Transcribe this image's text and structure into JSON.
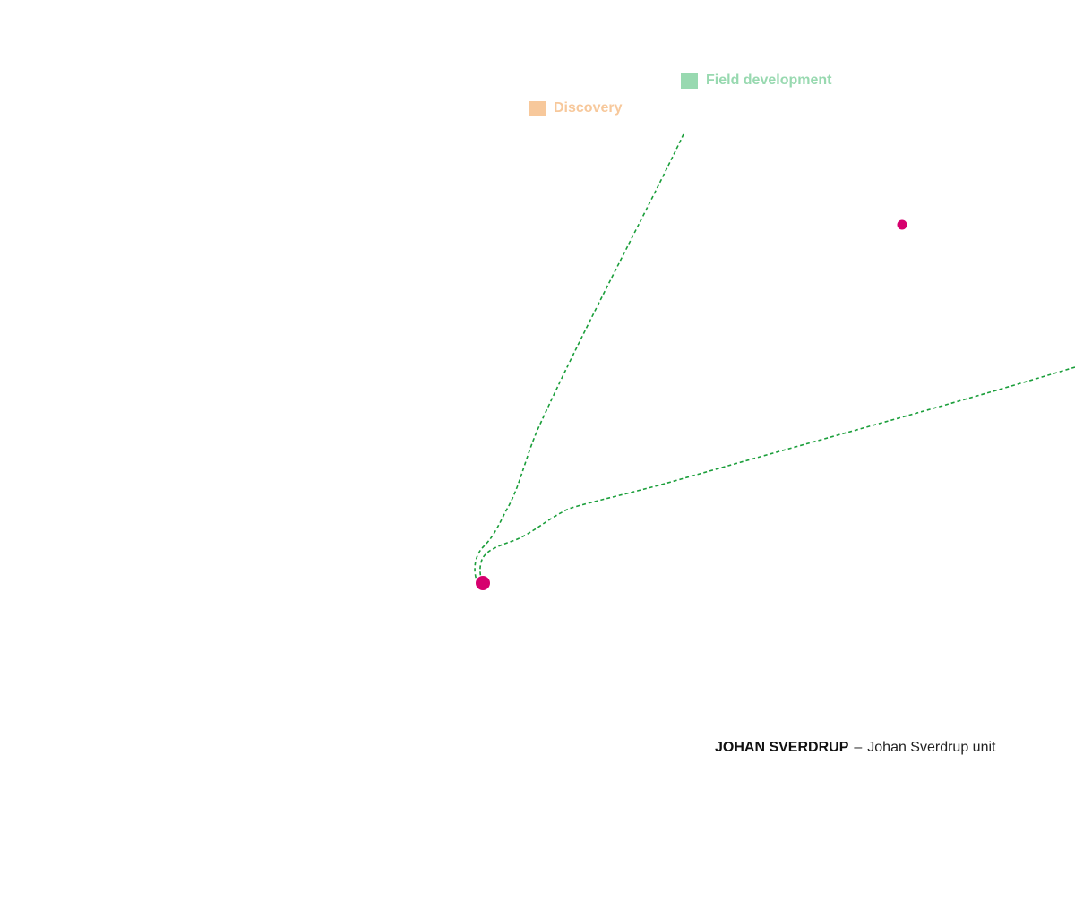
{
  "legend": {
    "discovery": {
      "label": "Discovery",
      "color": "#f7c89b"
    },
    "field_development": {
      "label": "Field development",
      "color": "#98d9b0"
    }
  },
  "map": {
    "pipeline_color": "#1a9e3a",
    "marker_color": "#d6006e"
  },
  "caption": {
    "title": "JOHAN SVERDRUP",
    "separator": "–",
    "subtitle": "Johan Sverdrup unit"
  }
}
